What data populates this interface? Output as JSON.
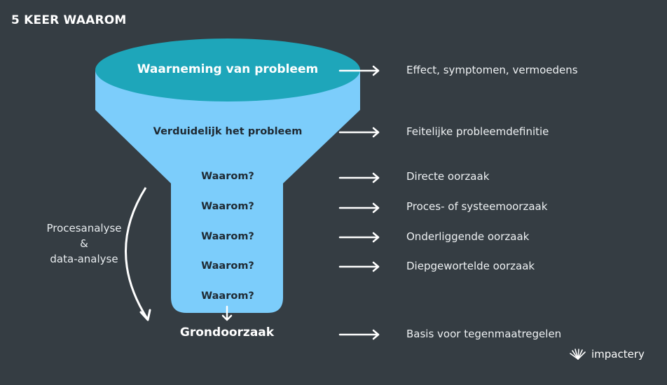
{
  "title": "5 KEER WAAROM",
  "funnel": {
    "top_label": "Waarneming van probleem",
    "steps": [
      "Verduidelijk het probleem",
      "Waarom?",
      "Waarom?",
      "Waarom?",
      "Waarom?",
      "Waarom?"
    ],
    "root_cause": "Grondoorzaak"
  },
  "side_label": {
    "line1": "Procesanalyse",
    "line2": "&",
    "line3": "data-analyse"
  },
  "results": [
    "Effect, symptomen, vermoedens",
    "Feitelijke probleemdefinitie",
    "Directe oorzaak",
    "Proces- of systeemoorzaak",
    "Onderliggende oorzaak",
    "Diepgewortelde oorzaak",
    "Basis voor tegenmaatregelen"
  ],
  "brand": "impactery",
  "colors": {
    "background": "#353d43",
    "funnel_body": "#7ccdfb",
    "funnel_rim": "#1ea6ba",
    "arrows": "#ffffff"
  }
}
